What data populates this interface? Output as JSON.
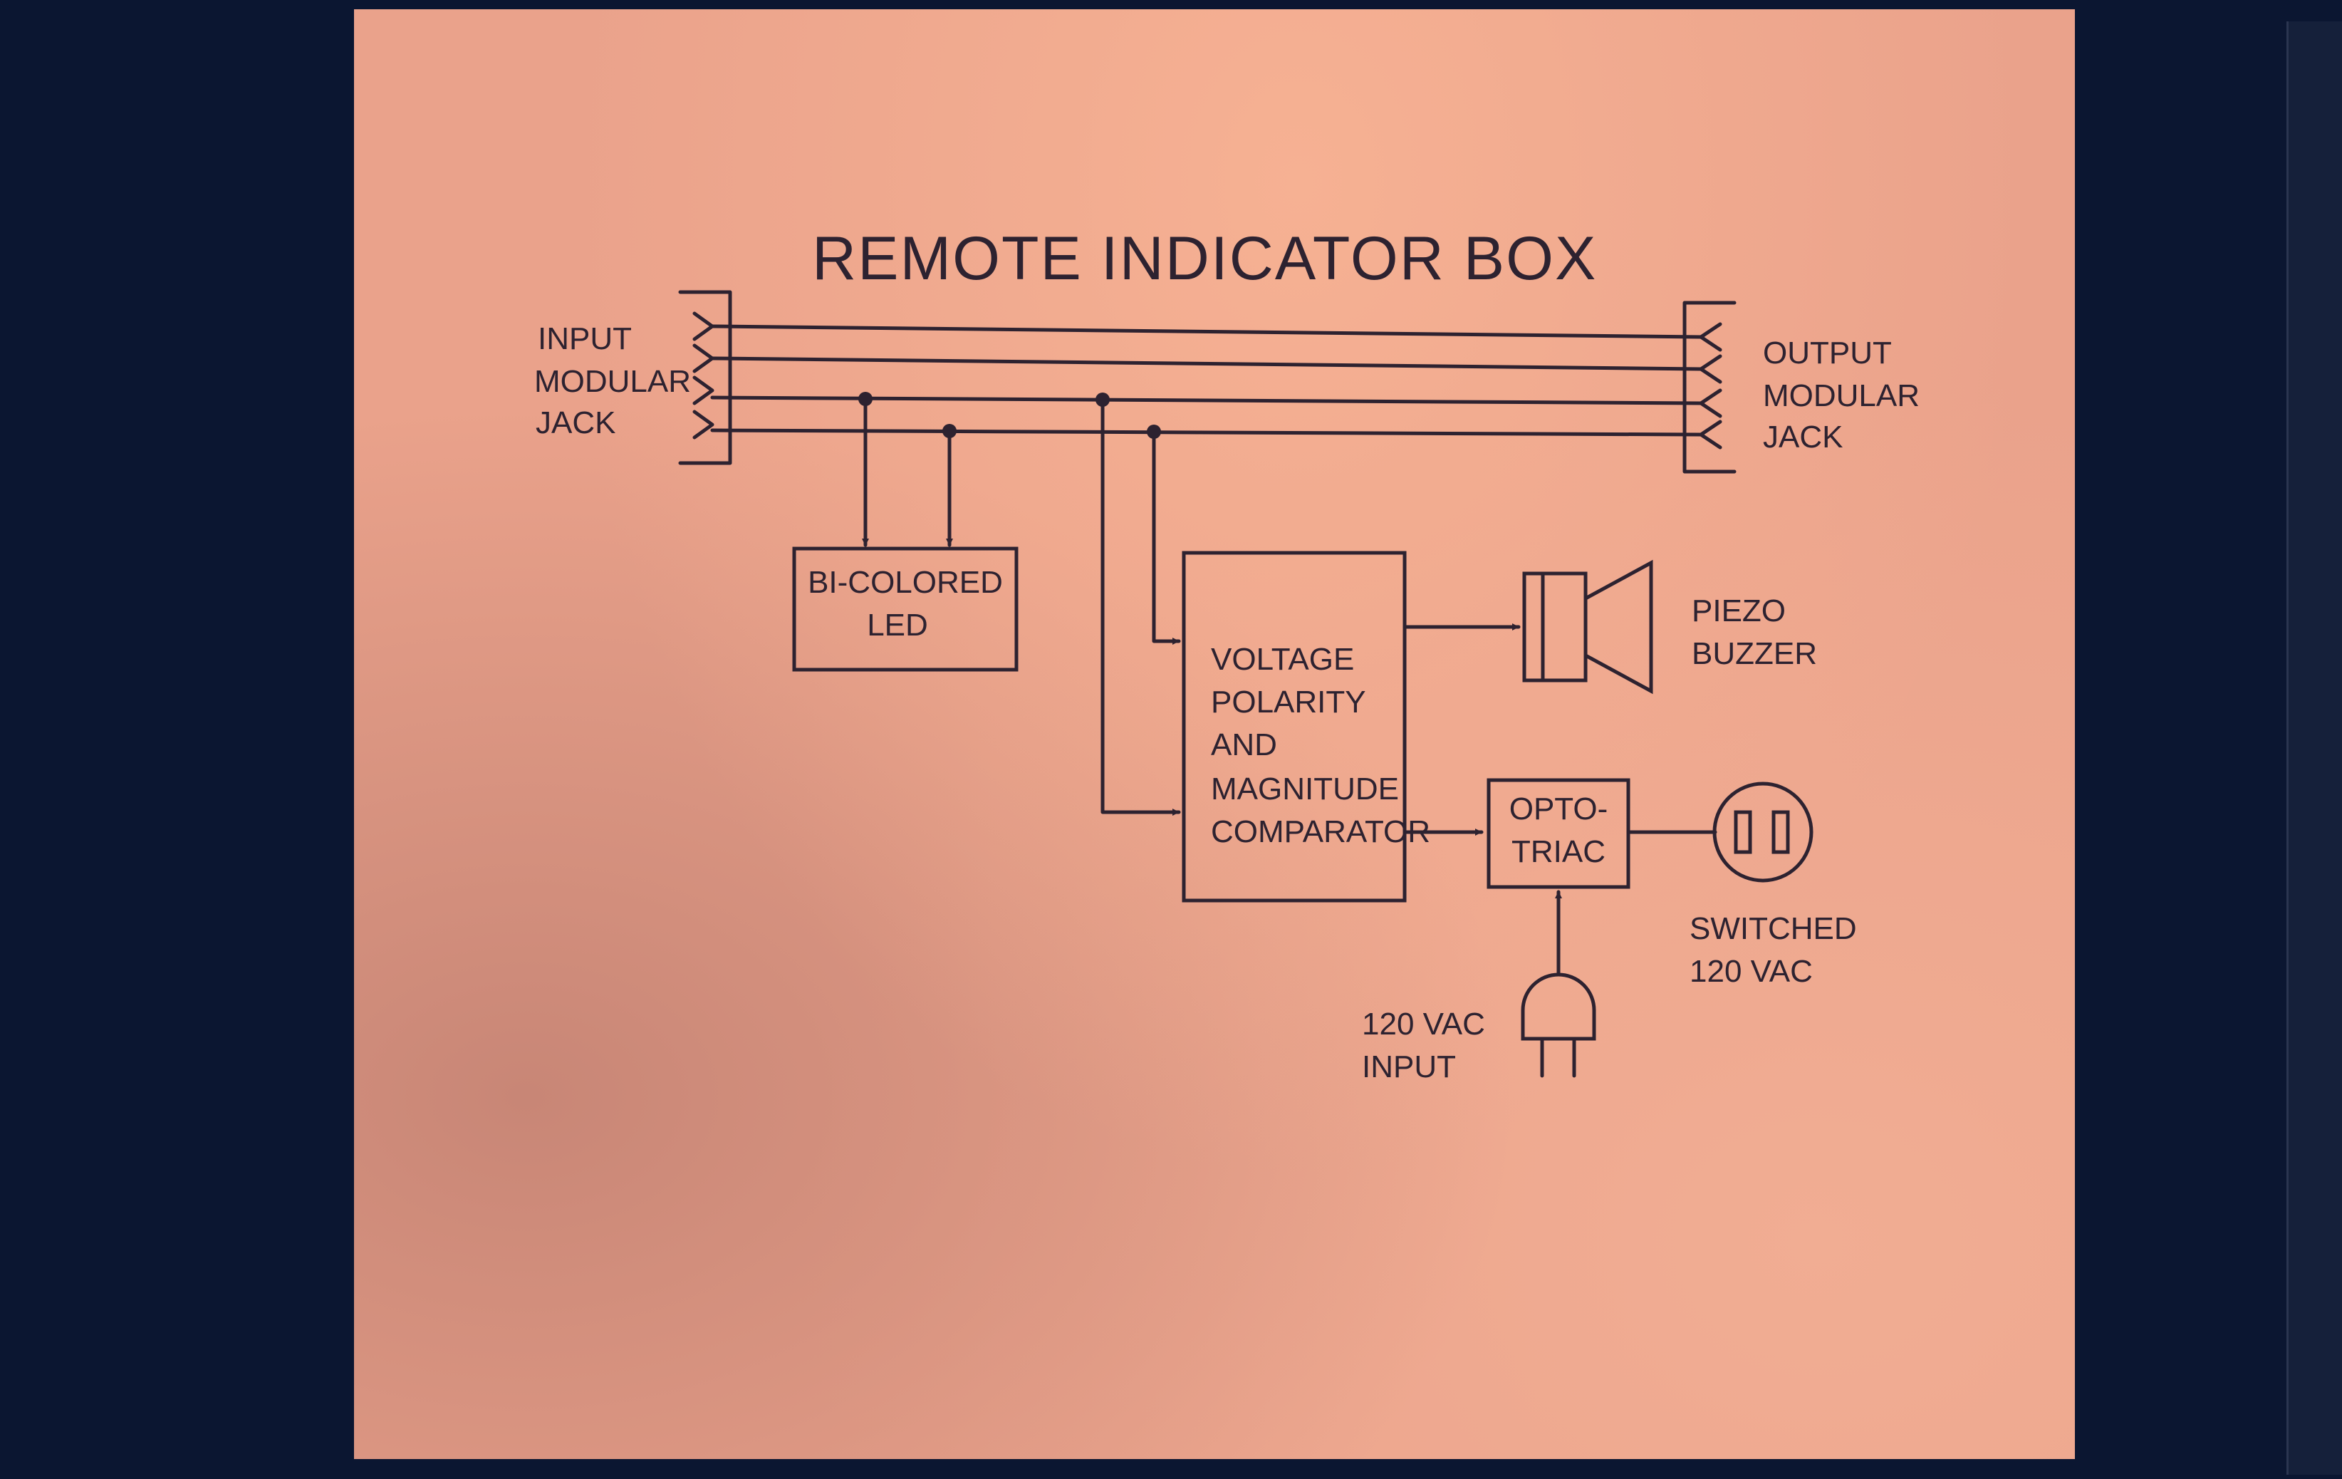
{
  "title": "REMOTE INDICATOR BOX",
  "input_jack": {
    "line1": "INPUT",
    "line2": "MODULAR",
    "line3": "JACK"
  },
  "output_jack": {
    "line1": "OUTPUT",
    "line2": "MODULAR",
    "line3": "JACK"
  },
  "led_block": {
    "line1": "BI-COLORED",
    "line2": "LED"
  },
  "comparator_block": {
    "line1": "VOLTAGE",
    "line2": "POLARITY",
    "line3": "AND",
    "line4": "MAGNITUDE",
    "line5": "COMPARATOR"
  },
  "buzzer": {
    "line1": "PIEZO",
    "line2": "BUZZER"
  },
  "opto_triac": {
    "line1": "OPTO-",
    "line2": "TRIAC"
  },
  "switched_outlet": {
    "line1": "SWITCHED",
    "line2": "120 VAC"
  },
  "ac_input": {
    "line1": "120 VAC",
    "line2": "INPUT"
  },
  "icons": [
    "speaker-icon",
    "outlet-icon",
    "plug-icon"
  ],
  "colors": {
    "paper": "#eaa28b",
    "ink": "#2d2230",
    "background": "#0b1631"
  }
}
